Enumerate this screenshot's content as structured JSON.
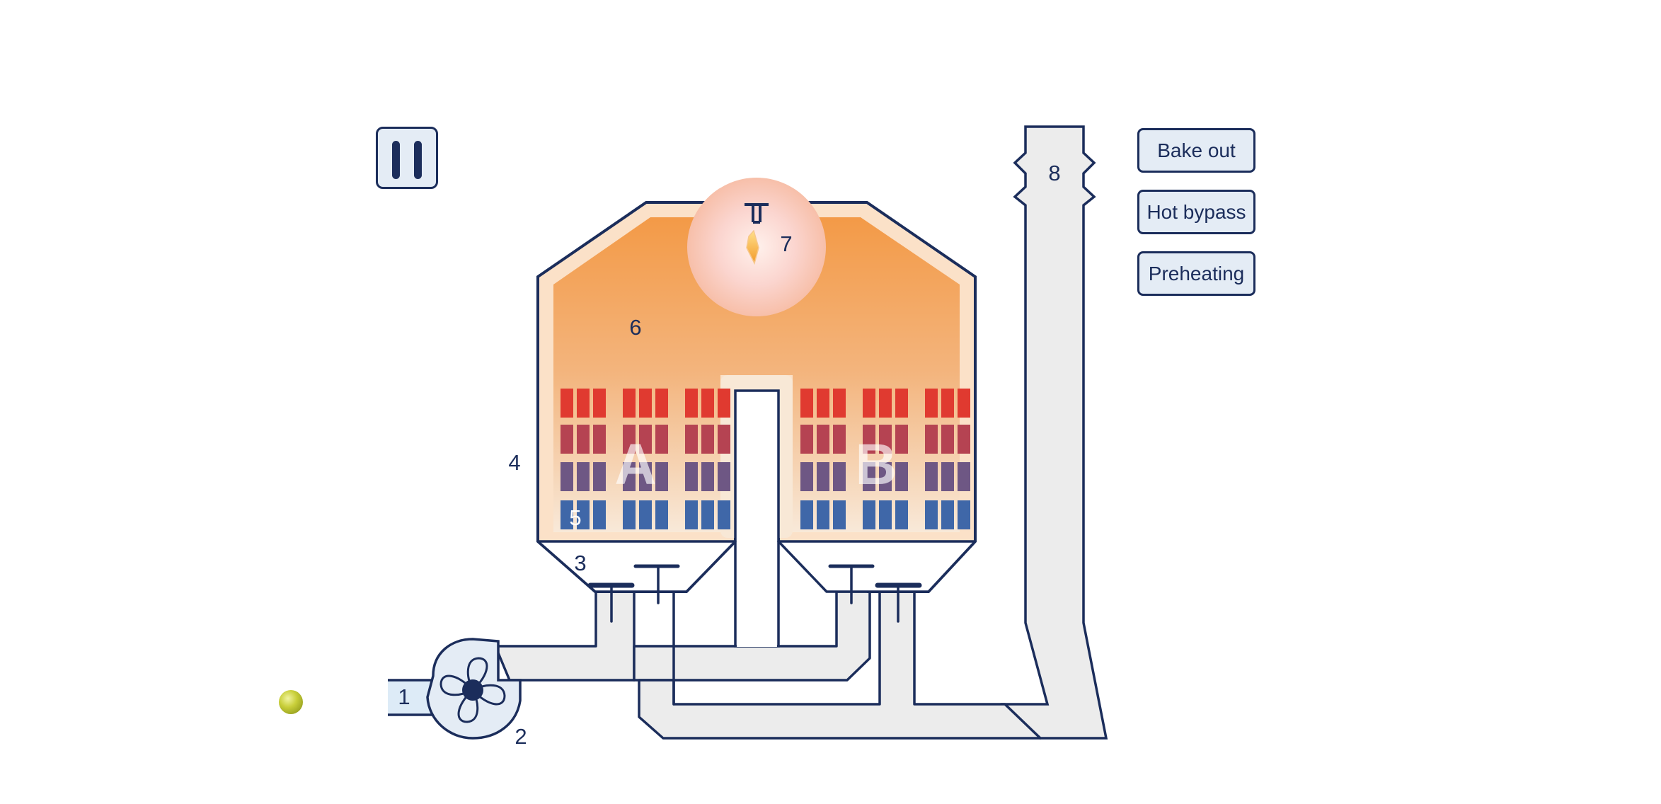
{
  "buttons": {
    "bake_out": "Bake out",
    "hot_bypass": "Hot bypass",
    "preheating": "Preheating"
  },
  "labels": {
    "inlet": "1",
    "fan": "2",
    "valve_chamber": "3",
    "housing": "4",
    "ceramic_bed": "5",
    "combustion_chamber": "6",
    "burner": "7",
    "stack": "8",
    "bed_a": "A",
    "bed_b": "B"
  },
  "colors": {
    "outline": "#1b2d5b",
    "duct_fill": "#ececec",
    "button_fill": "#e4ecf5",
    "hot_top": "#f39a47",
    "hot_bottom": "#f7e4cf",
    "media_hot": "#e03a30",
    "media_cold": "#3f67a8",
    "status_dot": "#c9cf3a"
  },
  "icons": {
    "pause": "pause-icon",
    "fan": "fan-icon",
    "flame": "flame-icon",
    "status": "status-indicator-icon"
  }
}
